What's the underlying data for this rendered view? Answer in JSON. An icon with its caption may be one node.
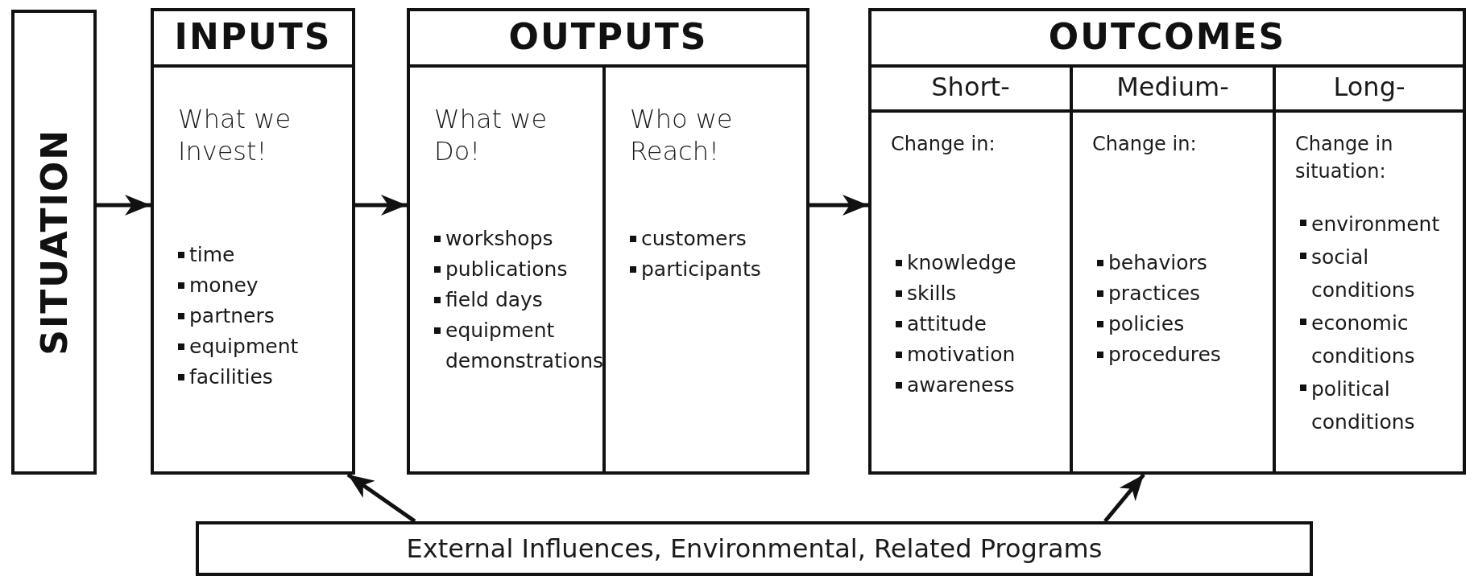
{
  "diagram": {
    "nodes": [
      {
        "text": [
          "SITUATION"
        ]
      },
      {
        "text": [
          "INPUTS"
        ]
      },
      {
        "text": [
          "What we Invest!",
          "time",
          "money",
          "partners",
          "equipment",
          "facilities"
        ],
        "in": 1
      },
      {
        "text": [
          "OUTPUTS"
        ]
      },
      {
        "text": [
          "What we Do!",
          "workshops",
          "publications",
          "field days",
          "equipment demonstrations"
        ],
        "in": 3
      },
      {
        "text": [
          "Who we Reach!",
          "customers",
          "participants"
        ],
        "in": 3
      },
      {
        "text": [
          "OUTCOMES"
        ]
      },
      {
        "text": [
          "Short-",
          "Change in:",
          "knowledge",
          "skills",
          "attitude",
          "motivation",
          "awareness"
        ],
        "in": 6
      },
      {
        "text": [
          "Medium-",
          "Change in:",
          "behaviors",
          "practices",
          "policies",
          "procedures"
        ],
        "in": 6
      },
      {
        "text": [
          "Long-",
          "Change in situation:",
          "environment",
          "social conditions",
          "economic conditions",
          "political conditions"
        ],
        "in": 6
      },
      {
        "text": [
          "External Influences, Environmental, Related Programs"
        ]
      }
    ],
    "edges": [
      {
        "from": 0,
        "to": 1,
        "arrow": "to"
      },
      {
        "from": 1,
        "to": 3,
        "arrow": "to"
      },
      {
        "from": 3,
        "to": 6,
        "arrow": "to"
      },
      {
        "from": 10,
        "to": 1,
        "arrow": "to"
      },
      {
        "from": 10,
        "to": 6,
        "arrow": "to"
      }
    ]
  }
}
